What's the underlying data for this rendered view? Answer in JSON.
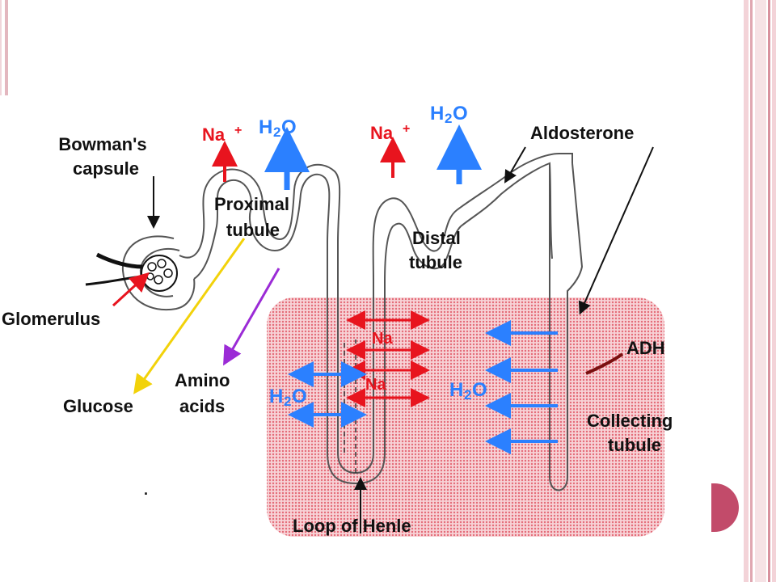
{
  "labels": {
    "bowmans_capsule_line1": "Bowman's",
    "bowmans_capsule_line2": "capsule",
    "glomerulus": "Glomerulus",
    "proximal_line1": "Proximal",
    "proximal_line2": "tubule",
    "distal_line1": "Distal",
    "distal_line2": "tubule",
    "aldosterone": "Aldosterone",
    "adh": "ADH",
    "collecting_line1": "Collecting",
    "collecting_line2": "tubule",
    "glucose": "Glucose",
    "amino_line1": "Amino",
    "amino_line2": "acids",
    "loop_of_henle": "Loop of Henle",
    "na_proximal": "Na",
    "na_distal": "Na",
    "na_loop_upper": "Na",
    "na_loop_lower": "Na",
    "plus": "+",
    "h2o_h": "H",
    "h2o_2": "2",
    "h2o_o": "O",
    "dot": "."
  },
  "colors": {
    "sodium_arrow": "#e8141e",
    "water_arrow": "#2b80ff",
    "glucose_arrow": "#f2d20a",
    "amino_arrow": "#9b2bd6",
    "medulla_fill": "#f1b3ba",
    "accent": "#c24b6a"
  }
}
